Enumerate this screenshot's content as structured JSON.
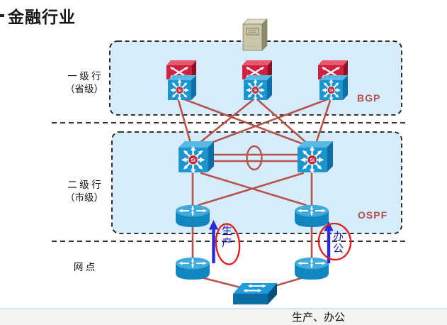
{
  "slide": {
    "title": "金融行业",
    "caption": "生产、办公"
  },
  "tiers": [
    {
      "name": "一 级 行",
      "sub": "（省级）",
      "protocol": "BGP"
    },
    {
      "name": "二 级 行",
      "sub": "（市级）",
      "protocol": "OSPF"
    },
    {
      "name": "网 点",
      "sub": "",
      "protocol": ""
    }
  ],
  "flows": {
    "production": "生产",
    "office": "办公"
  },
  "icons": {
    "si_badge": "Si",
    "server": "server-icon",
    "provincial_router": "router-icon",
    "core_switch": "multilayer-switch-si-icon",
    "city_router": "cylinder-router-icon",
    "branch_router": "cylinder-router-icon",
    "access_switch": "workgroup-switch-icon"
  },
  "colors": {
    "zone_fill": "#d6ecfa",
    "zone_border": "#1a1a1a",
    "link_line": "#b5534d",
    "protocol_text": "#b5504e",
    "flow_text": "#1c1cb0",
    "flow_arrow": "#2a2ada",
    "annotation_circle": "#e81a1a",
    "device_blue": "#1b95d0",
    "device_red": "#d02040",
    "server_beige": "#c9c5a8"
  }
}
